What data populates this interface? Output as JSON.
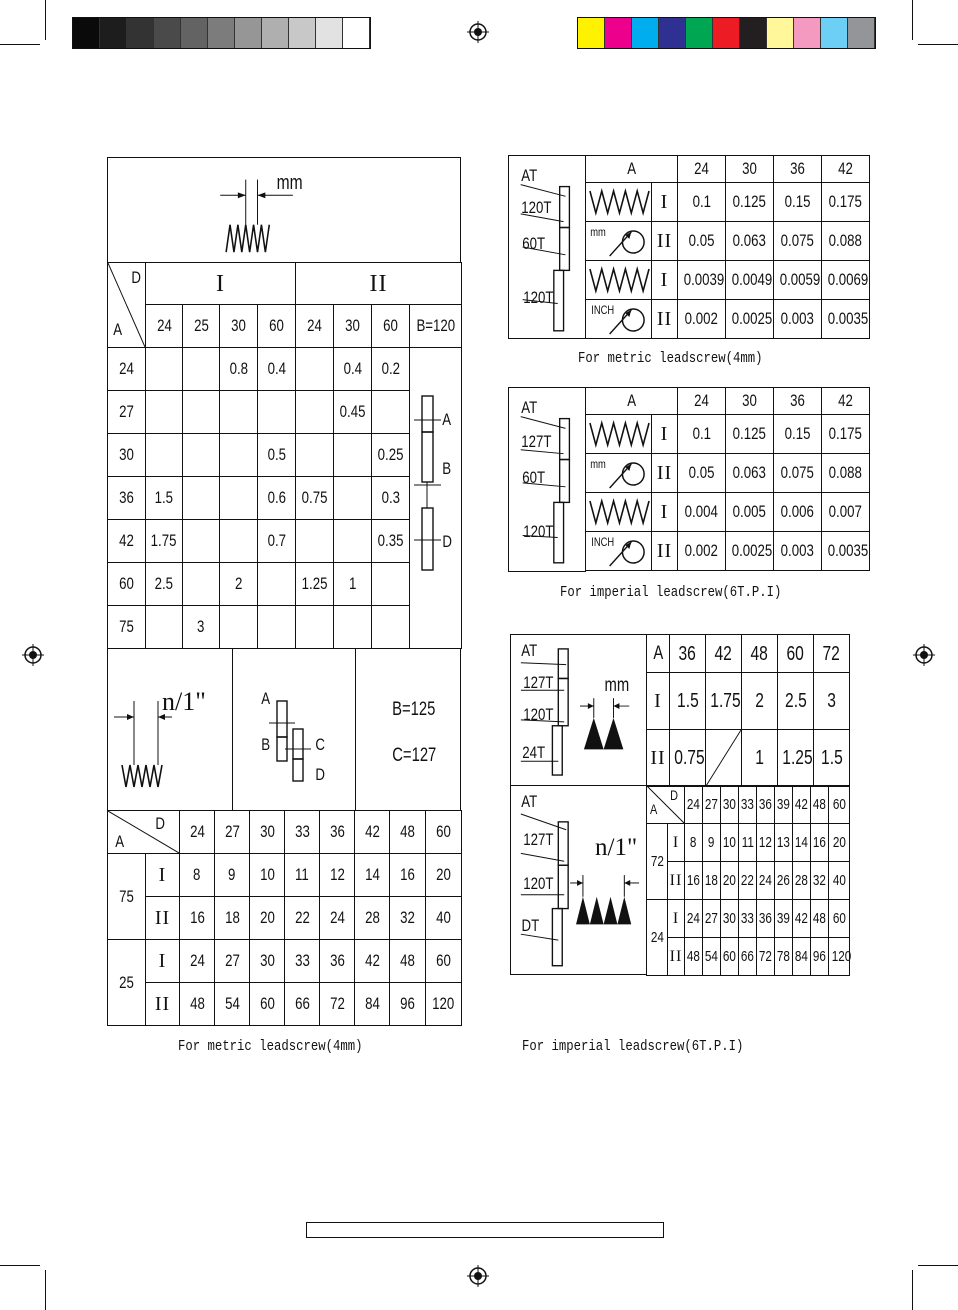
{
  "colors": {
    "grays": [
      "#0a0a0a",
      "#1d1d1d",
      "#333333",
      "#4a4a4a",
      "#636363",
      "#7c7c7c",
      "#969696",
      "#afafaf",
      "#c8c8c8",
      "#e2e2e2",
      "#ffffff"
    ],
    "process": [
      "#fff200",
      "#ec008c",
      "#00aeef",
      "#2e3192",
      "#00a651",
      "#ed1c24",
      "#231f20",
      "#fff799",
      "#f49ac1",
      "#6dcff6",
      "#939598"
    ]
  },
  "left": {
    "header_unit": "mm",
    "corner": {
      "top": "D",
      "bottom": "A"
    },
    "group_I": "I",
    "group_II": "II",
    "cols": [
      "24",
      "25",
      "30",
      "60",
      "24",
      "30",
      "60"
    ],
    "b_label": "B=120",
    "rows": [
      {
        "a": "24",
        "cells": [
          "",
          "",
          "0.8",
          "0.4",
          "",
          "0.4",
          "0.2"
        ]
      },
      {
        "a": "27",
        "cells": [
          "",
          "",
          "",
          "",
          "",
          "0.45",
          ""
        ]
      },
      {
        "a": "30",
        "cells": [
          "",
          "",
          "",
          "0.5",
          "",
          "",
          "0.25"
        ]
      },
      {
        "a": "36",
        "cells": [
          "1.5",
          "",
          "",
          "0.6",
          "0.75",
          "",
          "0.3"
        ]
      },
      {
        "a": "42",
        "cells": [
          "1.75",
          "",
          "",
          "0.7",
          "",
          "",
          "0.35"
        ]
      },
      {
        "a": "60",
        "cells": [
          "2.5",
          "",
          "2",
          "",
          "1.25",
          "1",
          ""
        ]
      },
      {
        "a": "75",
        "cells": [
          "",
          "3",
          "",
          "",
          "",
          "",
          ""
        ]
      }
    ],
    "gear_labels": [
      "A",
      "B",
      "D"
    ],
    "thread_label": "n/1\"",
    "mid_gears": [
      "A",
      "B",
      "C",
      "D"
    ],
    "b_value": "B=125",
    "c_value": "C=127",
    "lower_corner": {
      "top": "D",
      "bottom": "A"
    },
    "lower_cols": [
      "24",
      "27",
      "30",
      "33",
      "36",
      "42",
      "48",
      "60"
    ],
    "lower_rows": [
      {
        "a": "75",
        "lever": "I",
        "cells": [
          "8",
          "9",
          "10",
          "11",
          "12",
          "14",
          "16",
          "20"
        ]
      },
      {
        "a": "",
        "lever": "II",
        "cells": [
          "16",
          "18",
          "20",
          "22",
          "24",
          "28",
          "32",
          "40"
        ]
      },
      {
        "a": "25",
        "lever": "I",
        "cells": [
          "24",
          "27",
          "30",
          "33",
          "36",
          "42",
          "48",
          "60"
        ]
      },
      {
        "a": "",
        "lever": "II",
        "cells": [
          "48",
          "54",
          "60",
          "66",
          "72",
          "84",
          "96",
          "120"
        ]
      }
    ],
    "caption": "For metric leadscrew(4mm)"
  },
  "right1": {
    "gears": [
      "AT",
      "120T",
      "60T",
      "120T"
    ],
    "a_label": "A",
    "cols": [
      "24",
      "30",
      "36",
      "42"
    ],
    "unit_mm": "mm",
    "unit_inch": "INCH",
    "rows": [
      {
        "lever": "I",
        "cells": [
          "0.1",
          "0.125",
          "0.15",
          "0.175"
        ]
      },
      {
        "lever": "II",
        "cells": [
          "0.05",
          "0.063",
          "0.075",
          "0.088"
        ]
      },
      {
        "lever": "I",
        "cells": [
          "0.0039",
          "0.0049",
          "0.0059",
          "0.0069"
        ]
      },
      {
        "lever": "II",
        "cells": [
          "0.002",
          "0.0025",
          "0.003",
          "0.0035"
        ]
      }
    ],
    "caption": "For metric leadscrew(4mm)"
  },
  "right2": {
    "gears": [
      "AT",
      "127T",
      "60T",
      "120T"
    ],
    "a_label": "A",
    "cols": [
      "24",
      "30",
      "36",
      "42"
    ],
    "unit_mm": "mm",
    "unit_inch": "INCH",
    "rows": [
      {
        "lever": "I",
        "cells": [
          "0.1",
          "0.125",
          "0.15",
          "0.175"
        ]
      },
      {
        "lever": "II",
        "cells": [
          "0.05",
          "0.063",
          "0.075",
          "0.088"
        ]
      },
      {
        "lever": "I",
        "cells": [
          "0.004",
          "0.005",
          "0.006",
          "0.007"
        ]
      },
      {
        "lever": "II",
        "cells": [
          "0.002",
          "0.0025",
          "0.003",
          "0.0035"
        ]
      }
    ],
    "caption": "For imperial leadscrew(6T.P.I)"
  },
  "right3": {
    "gears_top": [
      "AT",
      "127T",
      "120T",
      "24T"
    ],
    "unit_mm": "mm",
    "a_label": "A",
    "top_cols": [
      "36",
      "42",
      "48",
      "60",
      "72"
    ],
    "top_rows": [
      {
        "lever": "I",
        "cells": [
          "1.5",
          "1.75",
          "2",
          "2.5",
          "3"
        ]
      },
      {
        "lever": "II",
        "cells": [
          "0.75",
          "",
          "1",
          "1.25",
          "1.5"
        ]
      }
    ],
    "gears_bottom": [
      "AT",
      "127T",
      "120T",
      "DT"
    ],
    "thread_label": "n/1\"",
    "corner": {
      "top": "D",
      "bottom": "A"
    },
    "bottom_cols": [
      "24",
      "27",
      "30",
      "33",
      "36",
      "39",
      "42",
      "48",
      "60"
    ],
    "bottom_rows": [
      {
        "a": "72",
        "lever": "I",
        "cells": [
          "8",
          "9",
          "10",
          "11",
          "12",
          "13",
          "14",
          "16",
          "20"
        ]
      },
      {
        "a": "",
        "lever": "II",
        "cells": [
          "16",
          "18",
          "20",
          "22",
          "24",
          "26",
          "28",
          "32",
          "40"
        ]
      },
      {
        "a": "24",
        "lever": "I",
        "cells": [
          "24",
          "27",
          "30",
          "33",
          "36",
          "39",
          "42",
          "48",
          "60"
        ]
      },
      {
        "a": "",
        "lever": "II",
        "cells": [
          "48",
          "54",
          "60",
          "66",
          "72",
          "78",
          "84",
          "96",
          "120"
        ]
      }
    ],
    "caption": "For imperial leadscrew(6T.P.I)"
  }
}
